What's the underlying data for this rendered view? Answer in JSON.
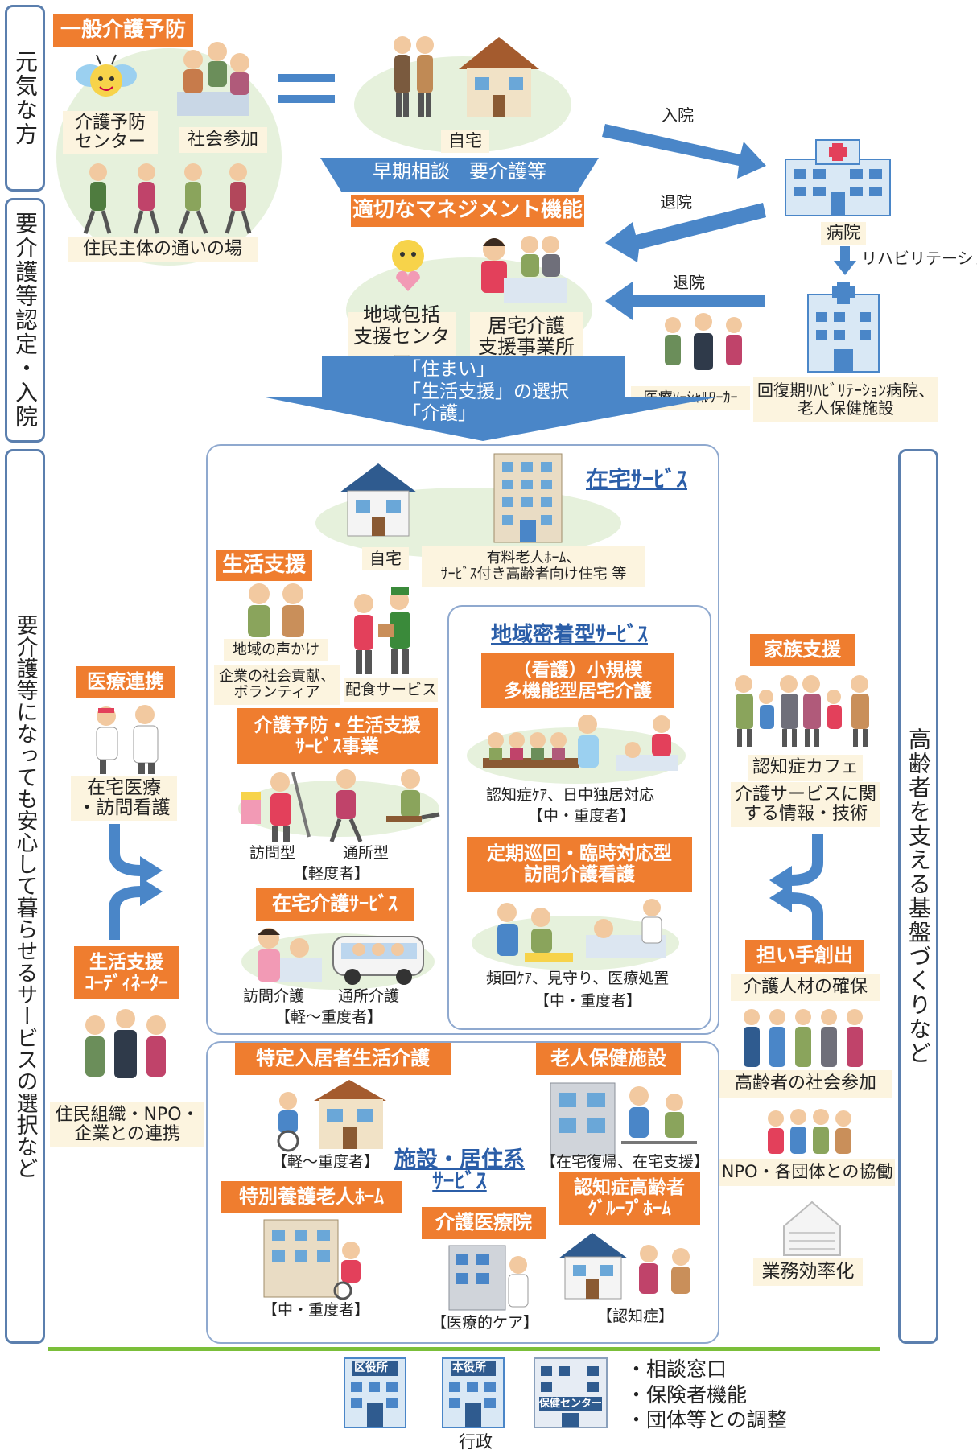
{
  "left_bars": {
    "top": "元気な方",
    "middle": "要介護等認定・入院",
    "bottom": "要介護等になっても安心して暮らせるサービスの選択など"
  },
  "right_bar": "高齢者を支える基盤づくりなど",
  "top_section": {
    "general_prevention": "一般介護予防",
    "prevention_center": "介護予防\nセンター",
    "social_participation": "社会参加",
    "community_place": "住民主体の通いの場",
    "home": "自宅",
    "early_consult": "早期相談　要介護等",
    "management": "適切なマネジメント機能",
    "comprehensive_center": "地域包括\n支援センター",
    "care_office": "居宅介護\n支援事業所",
    "admission": "入院",
    "discharge1": "退院",
    "discharge2": "退院",
    "hospital": "病院",
    "rehabilitation": "リハビリテーション",
    "rehab_hospital": "回復期ﾘﾊﾋﾞﾘﾃｰｼｮﾝ病院、\n老人保健施設",
    "msw": "医療ｿｰｼｬﾙﾜｰｶｰ",
    "choice": "「住まい」\n「生活支援」の選択\n「介護」"
  },
  "home_services": {
    "title": "在宅ｻｰﾋﾞｽ",
    "home": "自宅",
    "paid_home": "有料老人ﾎｰﾑ、\nｻｰﾋﾞｽ付き高齢者向け住宅 等",
    "life_support": "生活支援",
    "community_voice": "地域の声かけ",
    "corporate": "企業の社会貢献、\nボランティア",
    "meal": "配食サービス",
    "prevention_project": "介護予防・生活支援\nｻｰﾋﾞｽ事業",
    "visit_type": "訪問型",
    "day_type": "通所型",
    "mild": "【軽度者】",
    "home_care_service": "在宅介護ｻｰﾋﾞｽ",
    "visit_care": "訪問介護",
    "day_care": "通所介護",
    "mild_severe": "【軽～重度者】"
  },
  "community_services": {
    "title": "地域密着型ｻｰﾋﾞｽ",
    "small_multi": "（看護）小規模\n多機能型居宅介護",
    "dementia_care": "認知症ｹｱ、日中独居対応",
    "mid_severe1": "【中・重度者】",
    "periodic": "定期巡回・臨時対応型\n訪問介護看護",
    "frequent": "頻回ｹｱ、見守り、医療処置",
    "mid_severe2": "【中・重度者】"
  },
  "facility_services": {
    "title": "施設・居住系\nｻｰﾋﾞｽ",
    "specified": "特定入居者生活介護",
    "specified_level": "【軽～重度者】",
    "health_facility": "老人保健施設",
    "health_level": "【在宅復帰、在宅支援】",
    "nursing_home": "特別養護老人ﾎｰﾑ",
    "nursing_level": "【中・重度者】",
    "medical_hospital": "介護医療院",
    "medical_level": "【医療的ケア】",
    "group_home": "認知症高齢者\nｸﾞﾙｰﾌﾟﾎｰﾑ",
    "group_level": "【認知症】"
  },
  "left_column": {
    "medical_coop": "医療連携",
    "home_medical": "在宅医療\n・訪問看護",
    "coordinator": "生活支援\nｺｰﾃﾞｨﾈｰﾀｰ",
    "resident_org": "住民組織・NPO・\n企業との連携"
  },
  "right_column": {
    "family_support": "家族支援",
    "dementia_cafe": "認知症カフェ",
    "care_info": "介護サービスに関\nする情報・技術",
    "workforce": "担い手創出",
    "care_staff": "介護人材の確保",
    "elder_participation": "高齢者の社会参加",
    "npo": "NPO・各団体との協働",
    "efficiency": "業務効率化"
  },
  "bottom": {
    "ward_office": "区役所",
    "city_hall": "本役所",
    "health_center": "保健センター",
    "admin": "行政",
    "items": [
      "・相談窓口",
      "・保険者機能",
      "・団体等との調整"
    ]
  },
  "colors": {
    "orange": "#ef7d2f",
    "blue_arrow": "#4a86c8",
    "frame": "#5b7fae",
    "green_line": "#7bbf3a"
  }
}
